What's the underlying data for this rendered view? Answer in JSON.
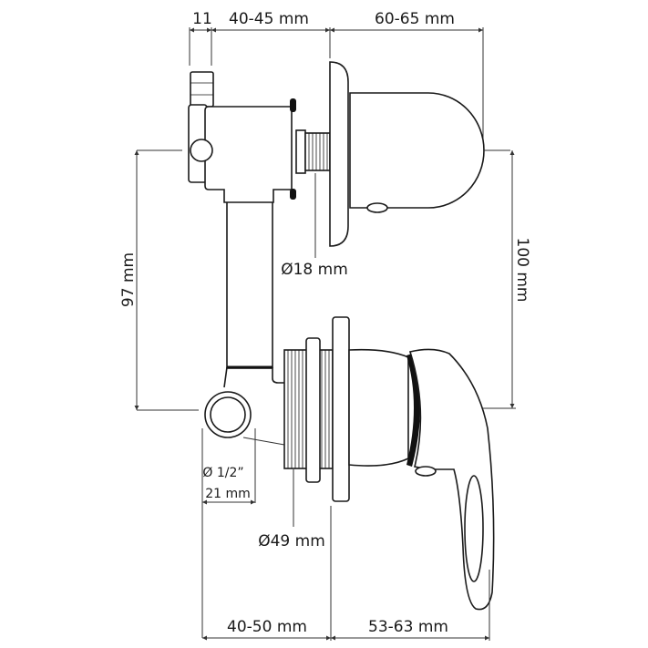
{
  "title": "Concealed shower mixer dimension drawing",
  "dimensions": {
    "top_left": "11",
    "top_middle": "40-45 mm",
    "top_right": "60-65 mm",
    "left_height": "97 mm",
    "right_height": "100 mm",
    "thread_diameter": "Ø18 mm",
    "pipe_diameter": "Ø 1/2”",
    "pipe_width": "21 mm",
    "body_diameter": "Ø49 mm",
    "bottom_left": "40-50 mm",
    "bottom_right": "53-63 mm"
  }
}
